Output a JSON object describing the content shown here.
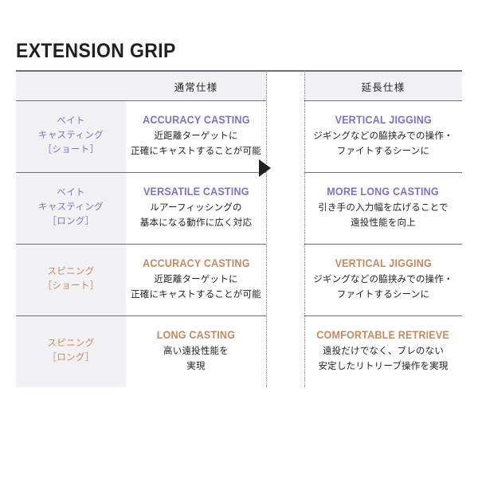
{
  "page": {
    "title": "EXTENSION GRIP",
    "background": "#ffffff"
  },
  "colors": {
    "purple": "#7d73c4",
    "tan": "#c38a62",
    "text": "#231f20",
    "rule": "#6d6e71",
    "header_fill": "#f2f2f4"
  },
  "table": {
    "columns": {
      "label_header": "",
      "normal_header": "通常仕様",
      "extension_header": "延長仕様"
    },
    "rows": [
      {
        "label_lines": [
          "ベイト",
          "キャスティング",
          "［ショート］"
        ],
        "label_theme": "purple",
        "normal": {
          "title": "ACCURACY CASTING",
          "desc_lines": [
            "近距離ターゲットに",
            "正確にキャストすることが可能"
          ],
          "theme": "purple"
        },
        "extension": {
          "title": "VERTICAL JIGGING",
          "desc_lines": [
            "ジギングなどの脇挟みでの操作・",
            "ファイトするシーンに"
          ],
          "theme": "purple"
        }
      },
      {
        "label_lines": [
          "ベイト",
          "キャスティング",
          "［ロング］"
        ],
        "label_theme": "purple",
        "normal": {
          "title": "VERSATILE CASTING",
          "desc_lines": [
            "ルアーフィッシングの",
            "基本になる動作に広く対応"
          ],
          "theme": "purple"
        },
        "extension": {
          "title": "MORE LONG CASTING",
          "desc_lines": [
            "引き手の入力幅を広げることで",
            "遠投性能を向上"
          ],
          "theme": "purple"
        }
      },
      {
        "label_lines": [
          "スピニング",
          "［ショート］"
        ],
        "label_theme": "tan",
        "normal": {
          "title": "ACCURACY CASTING",
          "desc_lines": [
            "近距離ターゲットに",
            "正確にキャストすることが可能"
          ],
          "theme": "tan"
        },
        "extension": {
          "title": "VERTICAL JIGGING",
          "desc_lines": [
            "ジギングなどの脇挟みでの操作・",
            "ファイトするシーンに"
          ],
          "theme": "tan"
        }
      },
      {
        "label_lines": [
          "スピニング",
          "［ロング］"
        ],
        "label_theme": "tan",
        "normal": {
          "title": "LONG CASTING",
          "desc_lines": [
            "高い遠投性能を",
            "実現"
          ],
          "theme": "tan"
        },
        "extension": {
          "title": "COMFORTABLE RETRIEVE",
          "desc_lines": [
            "遠投だけでなく、ブレのない",
            "安定したリトリーブ操作を実現"
          ],
          "theme": "tan"
        }
      }
    ]
  },
  "arrow": {
    "name": "right-arrow-icon"
  }
}
